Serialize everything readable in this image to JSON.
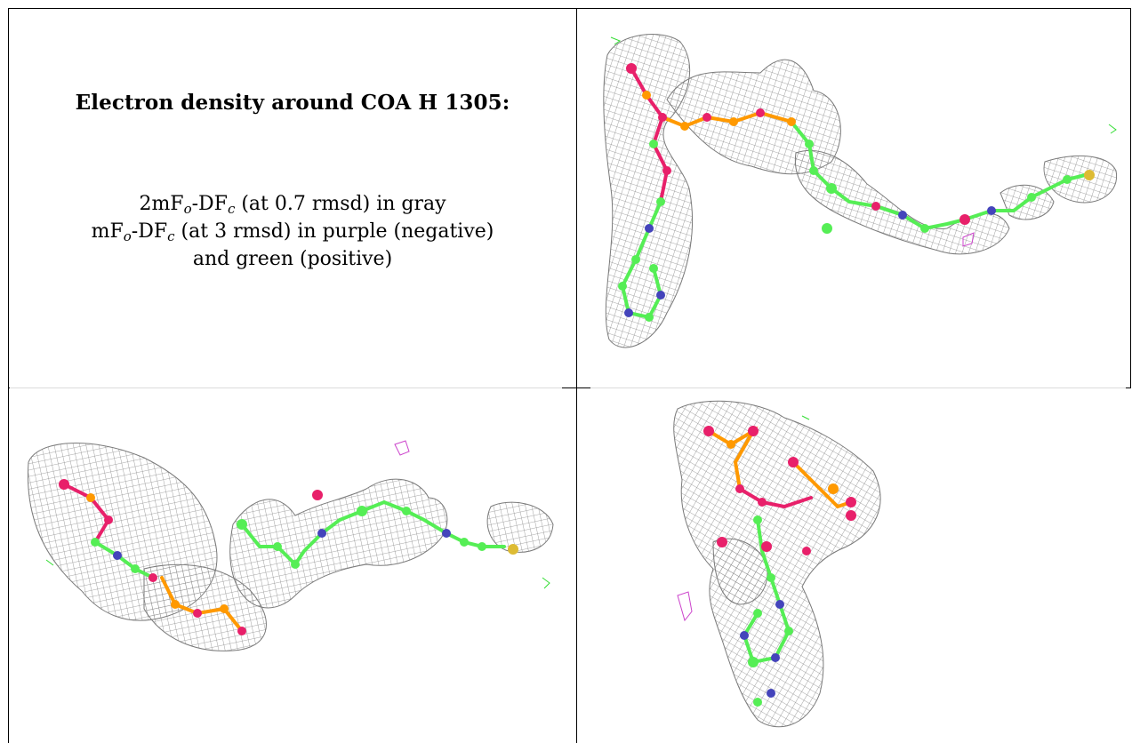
{
  "heading": "Electron density around COA H 1305:",
  "description": {
    "line1": {
      "prefix": "2mF",
      "sub1": "o",
      "mid": "-DF",
      "sub2": "c",
      "suffix": " (at 0.7 rmsd) in gray"
    },
    "line2": {
      "prefix": "mF",
      "sub1": "o",
      "mid": "-DF",
      "sub2": "c",
      "suffix": " (at 3 rmsd) in purple (negative)"
    },
    "line3": "and green (positive)"
  },
  "colors": {
    "mesh": "#8a8a8a",
    "negative_density": "#cc44cc",
    "positive_density": "#33dd33",
    "carbon": "#55ee55",
    "oxygen": "#e8206a",
    "nitrogen": "#4444bb",
    "phosphorus": "#ff9900",
    "sulfur": "#ddbb33"
  },
  "panels": [
    {
      "view": "view-1"
    },
    {
      "view": "view-2"
    },
    {
      "view": "view-3"
    }
  ]
}
